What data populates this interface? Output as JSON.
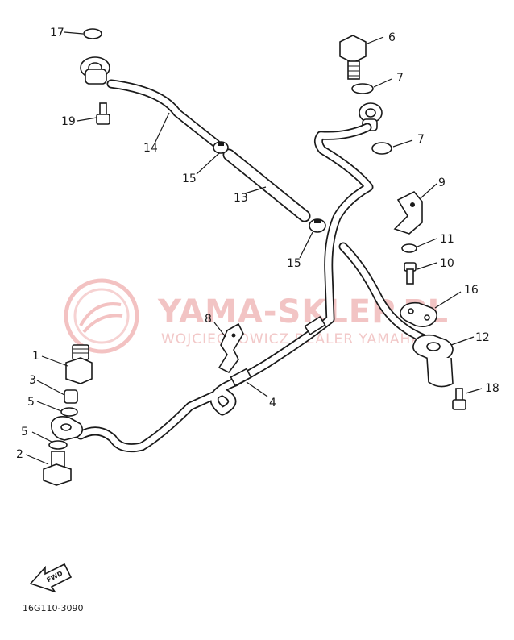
{
  "diagram": {
    "callouts": [
      {
        "id": "c17",
        "label": "17"
      },
      {
        "id": "c6",
        "label": "6"
      },
      {
        "id": "c7a",
        "label": "7"
      },
      {
        "id": "c7b",
        "label": "7"
      },
      {
        "id": "c19",
        "label": "19"
      },
      {
        "id": "c14",
        "label": "14"
      },
      {
        "id": "c15a",
        "label": "15"
      },
      {
        "id": "c13",
        "label": "13"
      },
      {
        "id": "c9",
        "label": "9"
      },
      {
        "id": "c15b",
        "label": "15"
      },
      {
        "id": "c11",
        "label": "11"
      },
      {
        "id": "c10",
        "label": "10"
      },
      {
        "id": "c16",
        "label": "16"
      },
      {
        "id": "c8",
        "label": "8"
      },
      {
        "id": "c12",
        "label": "12"
      },
      {
        "id": "c1",
        "label": "1"
      },
      {
        "id": "c3",
        "label": "3"
      },
      {
        "id": "c18",
        "label": "18"
      },
      {
        "id": "c5a",
        "label": "5"
      },
      {
        "id": "c4",
        "label": "4"
      },
      {
        "id": "c5b",
        "label": "5"
      },
      {
        "id": "c2",
        "label": "2"
      }
    ],
    "forward_marker": "FWD",
    "drawing_code": "16G110-3090"
  },
  "watermark": {
    "title": "YAMA-SKLEP.PL",
    "subtitle": "WOJCIECHOWICZ DEALER YAMAHA"
  }
}
